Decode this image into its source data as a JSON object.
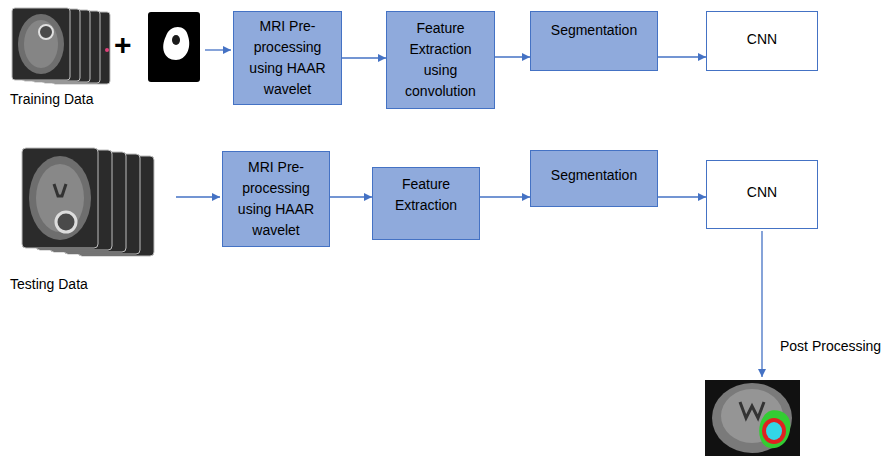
{
  "diagram": {
    "nodes": [
      {
        "text": [
          "MRI Pre-processing using HAAR wavelet"
        ]
      },
      {
        "text": [
          "Feature Extraction using convolution"
        ]
      },
      {
        "text": [
          "Segmentation"
        ]
      },
      {
        "text": [
          "CNN"
        ]
      },
      {
        "text": [
          "MRI Pre-processing using HAAR wavelet"
        ]
      },
      {
        "text": [
          "Feature Extraction"
        ]
      },
      {
        "text": [
          "Segmentation"
        ]
      },
      {
        "text": [
          "CNN"
        ]
      }
    ],
    "edges": [
      {
        "from": 0,
        "to": 1,
        "arrow": "to"
      },
      {
        "from": 1,
        "to": 2,
        "arrow": "to"
      },
      {
        "from": 2,
        "to": 3,
        "arrow": "to"
      },
      {
        "from": 4,
        "to": 5,
        "arrow": "to"
      },
      {
        "from": 5,
        "to": 6,
        "arrow": "to"
      },
      {
        "from": 6,
        "to": 7,
        "arrow": "to"
      }
    ],
    "labels": [
      "+",
      "Training Data",
      "Testing Data",
      "Post Processing"
    ]
  }
}
